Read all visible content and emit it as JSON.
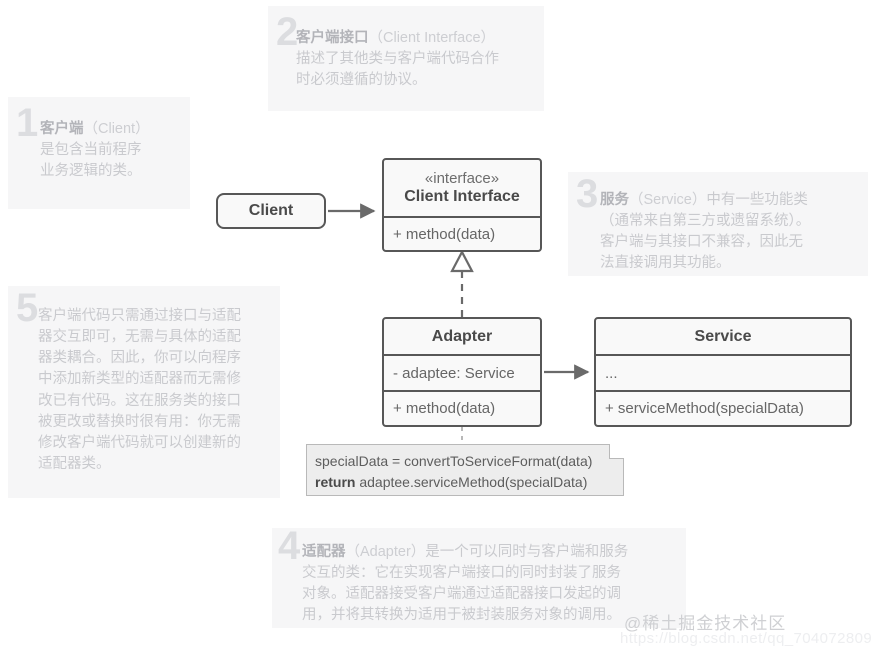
{
  "diagram": {
    "title": "Adapter Pattern UML",
    "colors": {
      "box_border": "#575757",
      "box_fill": "#f9f9f9",
      "note_fill": "#f6f6f7",
      "note_text": "#c9cace",
      "code_note_fill": "#ededed"
    }
  },
  "classes": {
    "client": {
      "name": "Client"
    },
    "client_interface": {
      "stereotype": "«interface»",
      "name": "Client Interface",
      "members": [
        "+ method(data)"
      ]
    },
    "adapter": {
      "name": "Adapter",
      "members": [
        "- adaptee: Service",
        "+ method(data)"
      ]
    },
    "service": {
      "name": "Service",
      "members": [
        "...",
        "+ serviceMethod(specialData)"
      ]
    }
  },
  "code_note": {
    "line1": "specialData = convertToServiceFormat(data)",
    "line2_keyword": "return",
    "line2_rest": " adaptee.serviceMethod(specialData)"
  },
  "annotations": [
    {
      "number": "1",
      "heading_cn": "客户端",
      "heading_en": "（Client）",
      "lines": [
        "是包含当前程序",
        "业务逻辑的类。"
      ]
    },
    {
      "number": "2",
      "heading_cn": "客户端接口",
      "heading_en": "（Client Interface）",
      "lines": [
        "描述了其他类与客户端代码合作",
        "时必须遵循的协议。"
      ]
    },
    {
      "number": "3",
      "heading_cn": "服务",
      "heading_en": "（Service）",
      "lines": [
        "中有一些功能类",
        "（通常来自第三方或遗留系统）。",
        "客户端与其接口不兼容，因此无",
        "法直接调用其功能。"
      ]
    },
    {
      "number": "4",
      "heading_cn": "适配器",
      "heading_en": "（Adapter）",
      "lines": [
        "是一个可以同时与客户端和服务",
        "交互的类：它在实现客户端接口的同时封装了服务",
        "对象。适配器接受客户端通过适配器接口发起的调",
        "用，并将其转换为适用于被封装服务对象的调用。"
      ]
    },
    {
      "number": "5",
      "heading_cn": "",
      "heading_en": "",
      "lines": [
        "客户端代码只需通过接口与适配",
        "器交互即可，无需与具体的适配",
        "器类耦合。因此，你可以向程序",
        "中添加新类型的适配器而无需修",
        "改已有代码。这在服务类的接口",
        "被更改或替换时很有用：你无需",
        "修改客户端代码就可以创建新的",
        "适配器类。"
      ]
    }
  ],
  "relations": [
    {
      "name": "client-uses-interface",
      "type": "association-arrow",
      "from": "Client",
      "to": "Client Interface"
    },
    {
      "name": "adapter-implements-interface",
      "type": "realization-dashed-hollow-triangle",
      "from": "Adapter",
      "to": "Client Interface"
    },
    {
      "name": "adapter-uses-service",
      "type": "association-arrow",
      "from": "Adapter",
      "to": "Service"
    },
    {
      "name": "adapter-code-note-link",
      "type": "dashed-note-link",
      "from": "Adapter",
      "to": "code note"
    }
  ],
  "watermark": {
    "brand": "@稀土掘金技术社区",
    "url": "https://blog.csdn.net/qq_704072809"
  }
}
